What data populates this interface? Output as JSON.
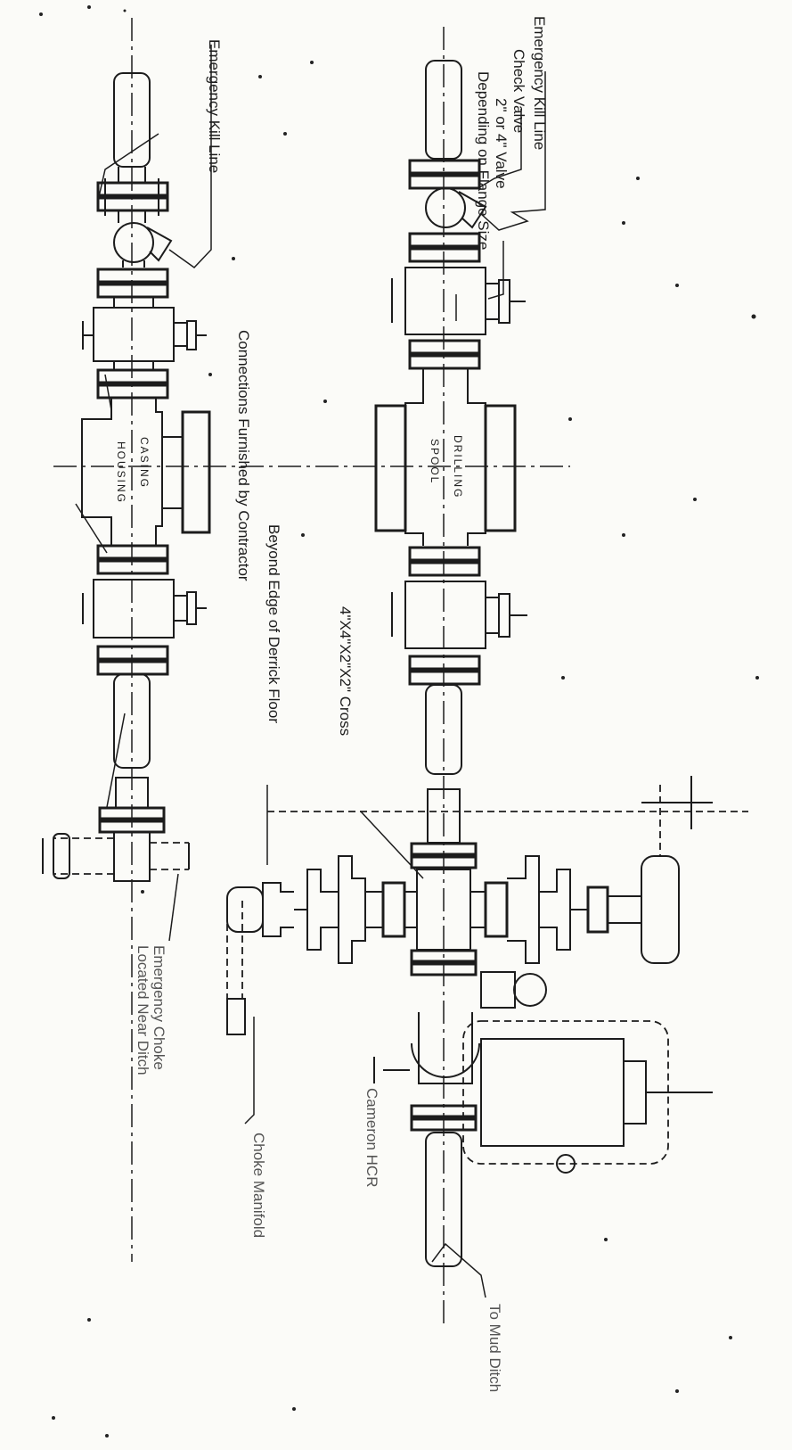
{
  "labels": {
    "kill_line_right": "Emergency Kill Line",
    "check_valve": "Check Valve",
    "valve_size": "2\" or 4\" Valve",
    "flange_size": "Depending on Flange Size",
    "drilling": "DRILLING",
    "spool": "SPOOL",
    "cross": "4\"X4\"X2\"X2\" Cross",
    "derrick_edge": "Beyond Edge of Derrick Floor",
    "kill_line_left": "Emergency Kill Line",
    "casing": "CASING",
    "housing": "HOUSING",
    "connections": "Connections Furnished by Contractor",
    "emergency_choke_1": "Emergency Choke",
    "emergency_choke_2": "Located Near Ditch",
    "choke_manifold": "Choke Manifold",
    "cameron_hcr": "Cameron HCR",
    "to_mud_ditch": "To Mud Ditch"
  }
}
